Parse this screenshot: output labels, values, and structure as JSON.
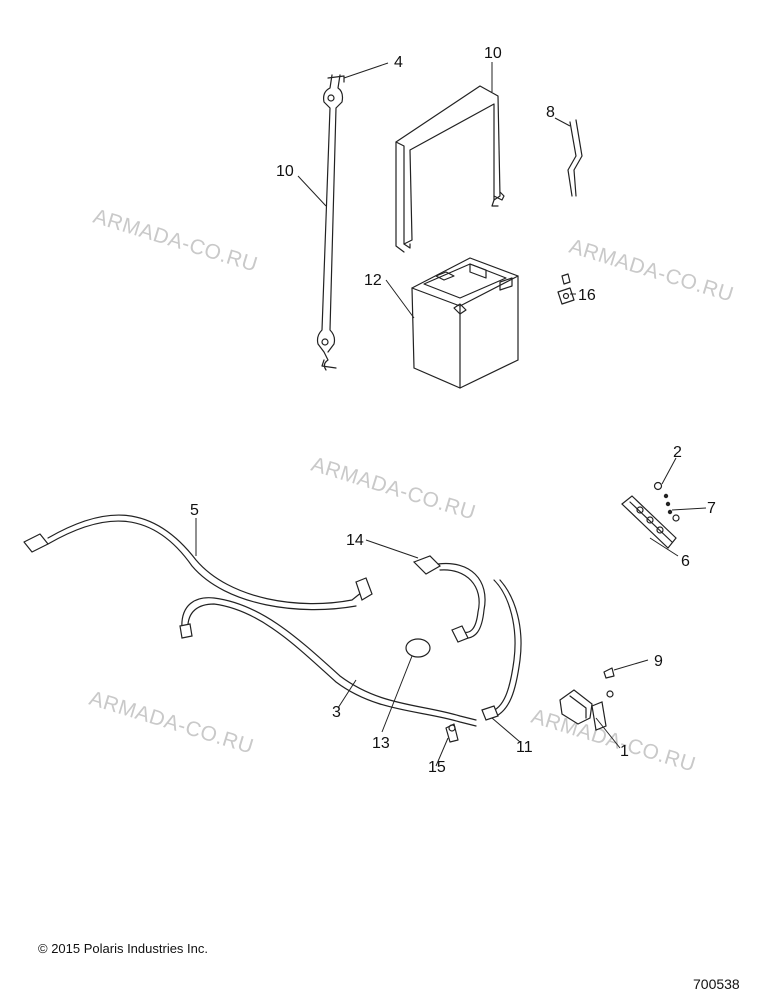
{
  "callouts": {
    "c1": "1",
    "c2": "2",
    "c3": "3",
    "c4": "4",
    "c5": "5",
    "c6": "6",
    "c7": "7",
    "c8": "8",
    "c9": "9",
    "c10a": "10",
    "c10b": "10",
    "c11": "11",
    "c12": "12",
    "c13": "13",
    "c14": "14",
    "c15": "15",
    "c16": "16"
  },
  "watermarks": {
    "w1": "ARMADA-CO.RU",
    "w2": "ARMADA-CO.RU",
    "w3": "ARMADA-CO.RU",
    "w4": "ARMADA-CO.RU",
    "w5": "ARMADA-CO.RU"
  },
  "footer": {
    "copyright": "© 2015 Polaris Industries Inc.",
    "diagram_id": "700538"
  }
}
